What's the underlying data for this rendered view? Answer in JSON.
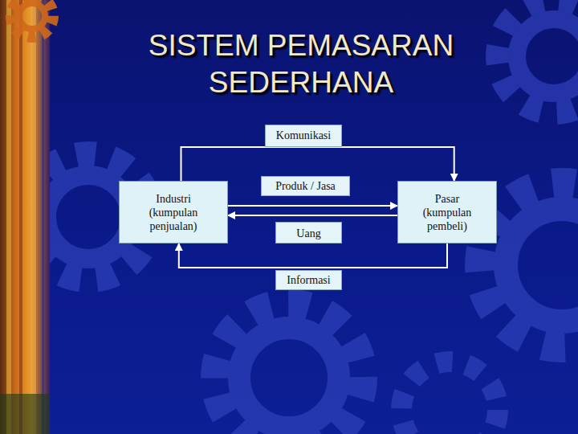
{
  "diagram": {
    "title": "SISTEM PEMASARAN SEDERHANA",
    "nodes": [
      {
        "text": [
          "Industri (kumpulan penjualan)"
        ]
      },
      {
        "text": [
          "Pasar (kumpulan pembeli)"
        ]
      }
    ],
    "edges": [
      {
        "from": 0,
        "to": 1,
        "label": "Komunikasi",
        "arrow": "to"
      },
      {
        "from": 0,
        "to": 1,
        "label": "Produk / Jasa",
        "arrow": "to"
      },
      {
        "from": 1,
        "to": 0,
        "label": "Uang",
        "arrow": "to"
      },
      {
        "from": 1,
        "to": 0,
        "label": "Informasi",
        "arrow": "to"
      }
    ]
  }
}
